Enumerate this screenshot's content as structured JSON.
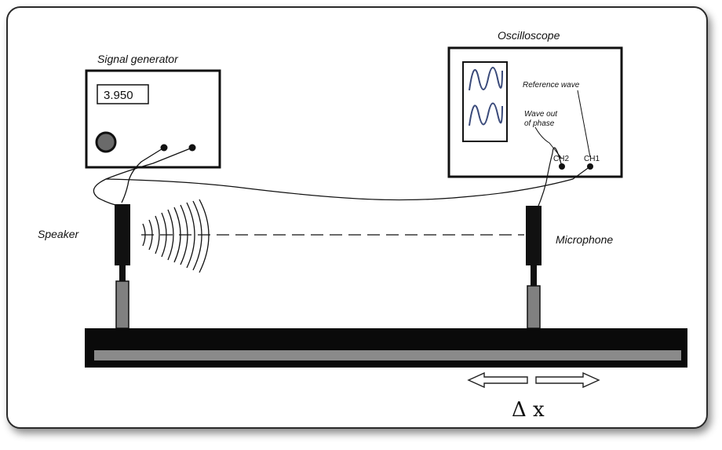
{
  "signal_generator": {
    "title": "Signal generator",
    "display_value": "3.950"
  },
  "oscilloscope": {
    "title": "Oscilloscope",
    "reference_wave_label": "Reference wave",
    "wave_out_line1": "Wave out",
    "wave_out_line2": "of phase",
    "ch2_label": "CH2",
    "ch1_label": "CH1"
  },
  "speaker_label": "Speaker",
  "microphone_label": "Microphone",
  "delta_label": "Δ x",
  "colors": {
    "rail": "#0a0a0a",
    "rail_inner": "#8a8a8a",
    "post": "#808080",
    "wave": "#3a4a7a"
  }
}
